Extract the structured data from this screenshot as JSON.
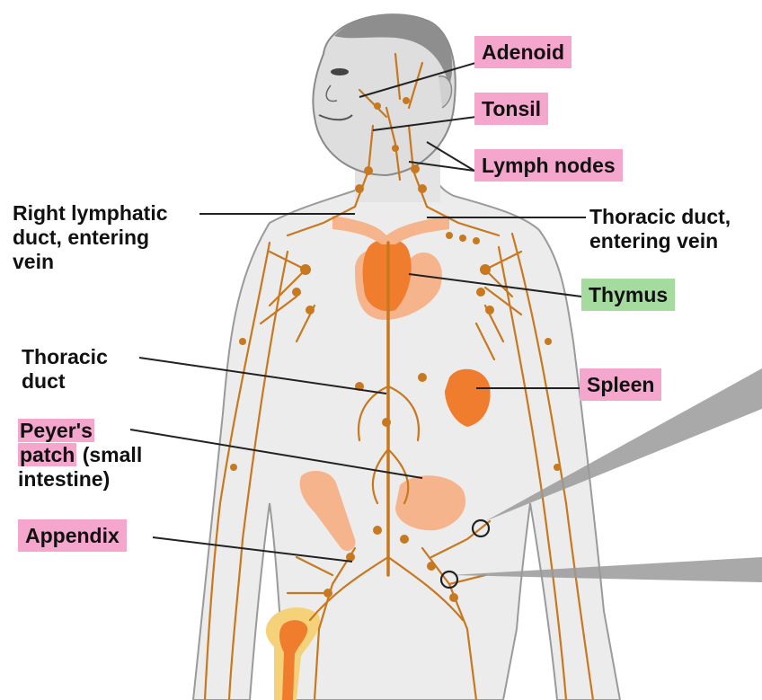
{
  "colors": {
    "skin": "#ececec",
    "skin_outline": "#9a9a9a",
    "lymph": "#c8781e",
    "organ": "#ef7d2d",
    "organ_light": "#f6b48c",
    "highlight_pink": "#f4a6cc",
    "highlight_green": "#a6dba0",
    "callout_gray": "#9a9a9a"
  },
  "labels": {
    "adenoid": "Adenoid",
    "tonsil": "Tonsil",
    "lymph_nodes": "Lymph nodes",
    "right_lymphatic_duct": [
      "Right lymphatic",
      "duct, entering",
      "vein"
    ],
    "thoracic_duct_vein": [
      "Thoracic duct,",
      "entering vein"
    ],
    "thymus": "Thymus",
    "thoracic_duct": [
      "Thoracic",
      "duct"
    ],
    "spleen": "Spleen",
    "peyers_patch": {
      "highlighted_1": "Peyer's",
      "highlighted_2": "patch",
      "rest_2": " (small",
      "line_3": "intestine)"
    },
    "appendix": "Appendix"
  },
  "icons": [
    "human-figure-illustration",
    "lymph-vessel-network",
    "magnifier-circle-icon"
  ]
}
